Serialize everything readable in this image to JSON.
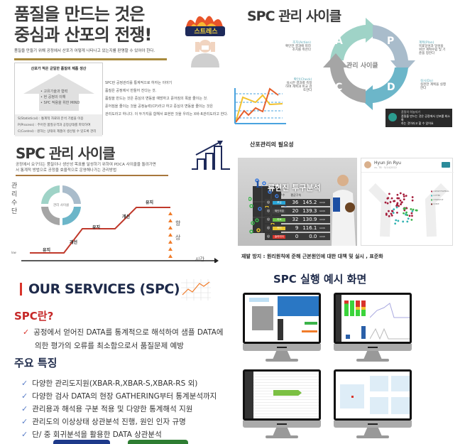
{
  "panel1": {
    "title_line1": "품질을 만드는 것은",
    "title_line2": "중심과 산포의 전쟁!",
    "subtitle": "품질을 만들기 위해 공정에서 산포가 어떻게 나타나고 있는지를 판명할 수 있어야 한다.",
    "stress_label": "스트레스",
    "box_title": "산포가 적은 균일한 품질의 제품 생산",
    "arrow_items": [
      "• 고유기술과 협력",
      "• 현 공정의 이해",
      "• SPC 적용을 위한 MIND"
    ],
    "definitions": [
      "S(Statistical) : 통계적 자료와 분석 기법을 이용",
      "P(Process) : 주어진 품질규격과 공정상태를 파악하여",
      "C(Control) : 원하는 상태의 제품이 생산될 수 있도록 관리"
    ],
    "body_lines": [
      "SPC란 공정관리를 통계적으로 하자는 이야기",
      "품질은 공정에서 만들어 진다는 것.",
      "품질을 만드는 것은 중심의 변동을 예방하고 흩어짐의 폭을 줄이는 것.",
      "흩어짐을 줄이는 것을 공정능력(CP)라고 하고 중심의 변동을 줄이는 것은",
      "관리도라고 하니다. 이 두가지를 합해서 표현한 것을 우리는 X바-R관리도라고 한다."
    ]
  },
  "panel2": {
    "title": "SPC 관리 사이클",
    "center": "관리 사이클",
    "letters": [
      "A",
      "P",
      "D",
      "C"
    ],
    "action": {
      "head": "조치(Action)",
      "text": [
        "확인한 결과에 따라",
        "조치를 취한다"
      ]
    },
    "plan": {
      "head": "계획(Plan)",
      "text": [
        "목표달성과 달성을",
        "위한 계획수립 및 기",
        "준을 정한다"
      ]
    },
    "do": {
      "head": "실시(Do)",
      "text": [
        "실천한 계획을 실행",
        "한다"
      ]
    },
    "check": {
      "head": "확인(Check)",
      "text": [
        "실시한 결과를 측정",
        "하여 계획과 비교 검",
        "토한다"
      ]
    },
    "comment": {
      "author": "품질의 하늘지기",
      "text": [
        "품질을 만드는 것은 공정에서 산포를 최소화",
        "하는 것이라고 할 수 있어요"
      ]
    },
    "colors": {
      "A": "#9fd3c7",
      "P": "#a9bccb",
      "D": "#6cb6c9",
      "C": "#a5a5a5"
    }
  },
  "panel3": {
    "title": "SPC 관리 사이클",
    "desc": [
      "공정에서 요구되는 품질이나 생산성 목표를 달성하기 위하여 PDCA 사이클을 돌려가면",
      "서 통계적 방법으로 공정을 효율적으로 운영해나가는 관리방법"
    ],
    "y_label": [
      "관",
      "리",
      "수",
      "단"
    ],
    "x_label": "시간",
    "low": "low",
    "steps": [
      "유지",
      "개선",
      "유지",
      "개선",
      "유지"
    ],
    "improve": [
      "향",
      "상"
    ],
    "cycle_center": "관리 사이클"
  },
  "panel4": {
    "title": "산포관리의 필요성",
    "broadcast_title": "류현진 투구분석",
    "pitch_header": [
      "구종",
      "투구수",
      "평균구속"
    ],
    "pitches": [
      {
        "name": "포심",
        "count": "36",
        "speed": "145.2",
        "unit": "km/h",
        "color": "#2aa6d8"
      },
      {
        "name": "체인지업",
        "count": "20",
        "speed": "139.3",
        "unit": "km/h",
        "color": "#444"
      },
      {
        "name": "커브",
        "count": "32",
        "speed": "130.9",
        "unit": "km/h",
        "color": "#6cc24a"
      },
      {
        "name": "커터",
        "count": "9",
        "speed": "116.1",
        "unit": "km/h",
        "color": "#e8c530"
      },
      {
        "name": "슬라이더",
        "count": "0",
        "speed": "0.0",
        "unit": "km/h",
        "color": "#d9342b"
      }
    ],
    "player_name": "Hyun Jin Ryu",
    "player_meta": "vs. TB · 5/14/2022",
    "legend": [
      "4-SEAM FASTBALL",
      "CUTTER",
      "CHANGEUP",
      "CURVE"
    ],
    "caption": "재발 방지 : 원리원칙에 준해 근본원인에 대한 대책 및 실시 , 표준화"
  },
  "panel5": {
    "title": "OUR SERVICES (SPC)",
    "what_heading": "SPC란?",
    "what_text": [
      "공정에서 얻어진 DATA를 통계적으로 해석하여 샘플 DATA에",
      "의한 평가의 오류를 최소함으로서 품질문제 예방"
    ],
    "features_heading": "주요 특징",
    "features": [
      "다양한 관리도지원(XBAR-R,XBAR-S,XBAR-RS 외)",
      "다양한 검사 DATA의 현장 GATHERING부터 통계분석까지",
      "관리용과 해석용 구분 적용 및 다양한 통계해석 지원",
      "관리도의 이상상태 상관분석 진행, 원인 인자 규명",
      "단/ 중 회귀분석을 활용한 DATA 상관분석"
    ]
  },
  "panel6": {
    "title": "SPC 실행 예시 화면"
  }
}
